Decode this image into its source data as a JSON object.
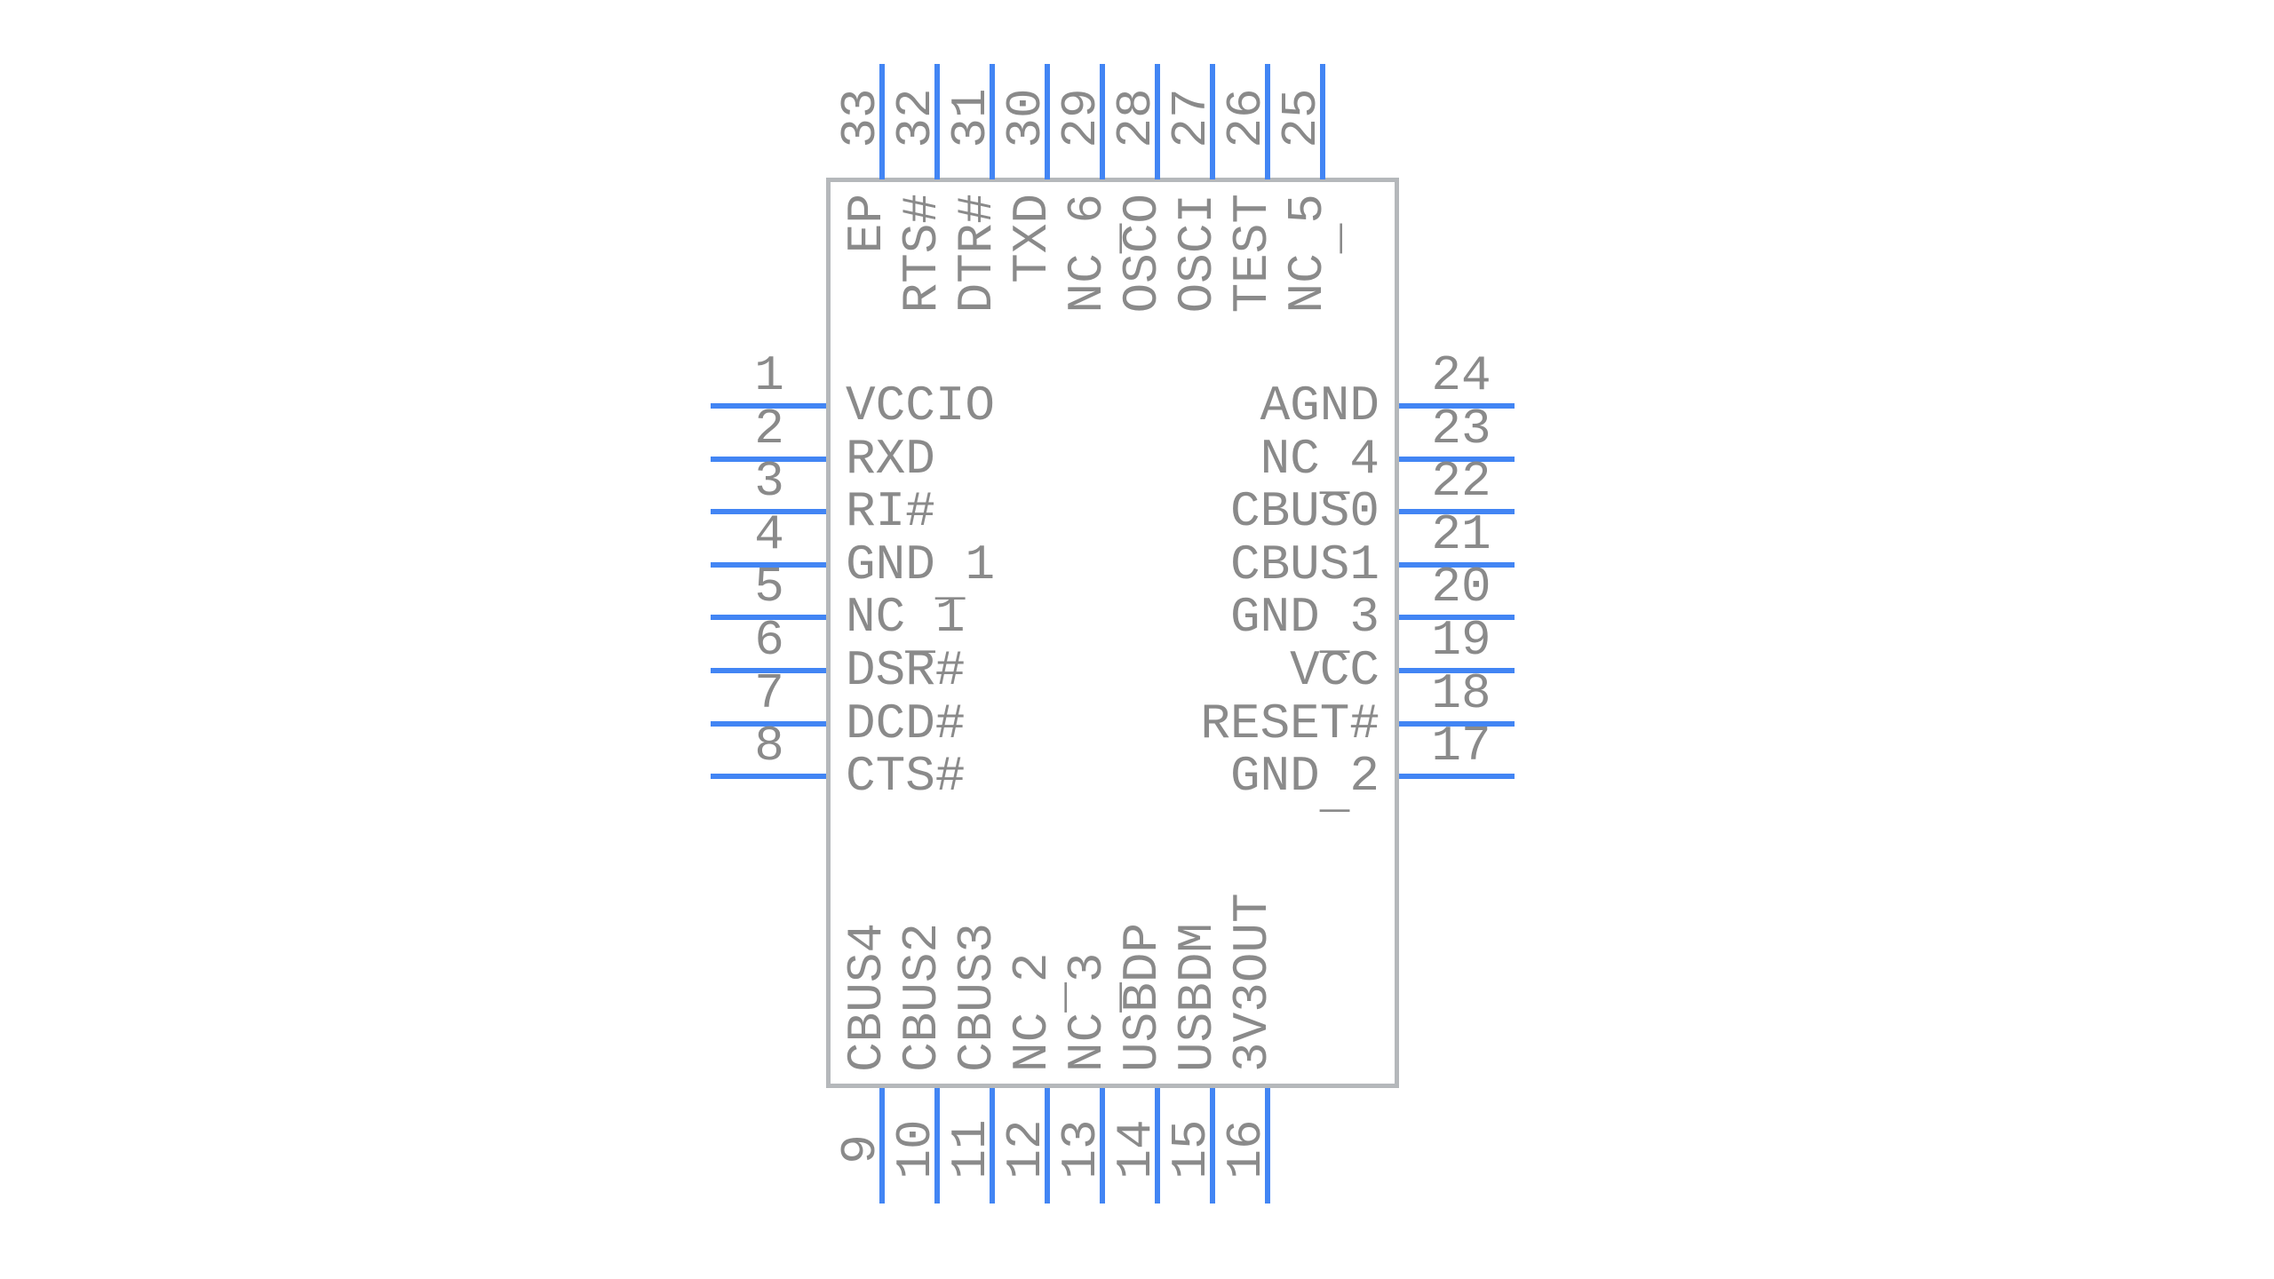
{
  "component": {
    "kind": "ic-schematic-symbol",
    "pins": {
      "left": [
        {
          "num": "1",
          "name": "VCCIO"
        },
        {
          "num": "2",
          "name": "RXD"
        },
        {
          "num": "3",
          "name": "RI#"
        },
        {
          "num": "4",
          "name": "GND_1"
        },
        {
          "num": "5",
          "name": "NC_1"
        },
        {
          "num": "6",
          "name": "DSR#"
        },
        {
          "num": "7",
          "name": "DCD#"
        },
        {
          "num": "8",
          "name": "CTS#"
        }
      ],
      "right": [
        {
          "num": "24",
          "name": "AGND"
        },
        {
          "num": "23",
          "name": "NC_4"
        },
        {
          "num": "22",
          "name": "CBUS0"
        },
        {
          "num": "21",
          "name": "CBUS1"
        },
        {
          "num": "20",
          "name": "GND_3"
        },
        {
          "num": "19",
          "name": "VCC"
        },
        {
          "num": "18",
          "name": "RESET#"
        },
        {
          "num": "17",
          "name": "GND_2"
        }
      ],
      "top": [
        {
          "num": "33",
          "name": "EP"
        },
        {
          "num": "32",
          "name": "RTS#"
        },
        {
          "num": "31",
          "name": "DTR#"
        },
        {
          "num": "30",
          "name": "TXD"
        },
        {
          "num": "29",
          "name": "NC_6"
        },
        {
          "num": "28",
          "name": "OSCO"
        },
        {
          "num": "27",
          "name": "OSCI"
        },
        {
          "num": "26",
          "name": "TEST"
        },
        {
          "num": "25",
          "name": "NC_5"
        }
      ],
      "bottom": [
        {
          "num": "9",
          "name": "CBUS4"
        },
        {
          "num": "10",
          "name": "CBUS2"
        },
        {
          "num": "11",
          "name": "CBUS3"
        },
        {
          "num": "12",
          "name": "NC_2"
        },
        {
          "num": "13",
          "name": "NC_3"
        },
        {
          "num": "14",
          "name": "USBDP"
        },
        {
          "num": "15",
          "name": "USBDM"
        },
        {
          "num": "16",
          "name": "3V3OUT"
        }
      ]
    },
    "colors": {
      "pin": "#4285f4",
      "text": "#8a8a8a",
      "body_border": "#b5b8bb",
      "background": "#ffffff"
    }
  }
}
